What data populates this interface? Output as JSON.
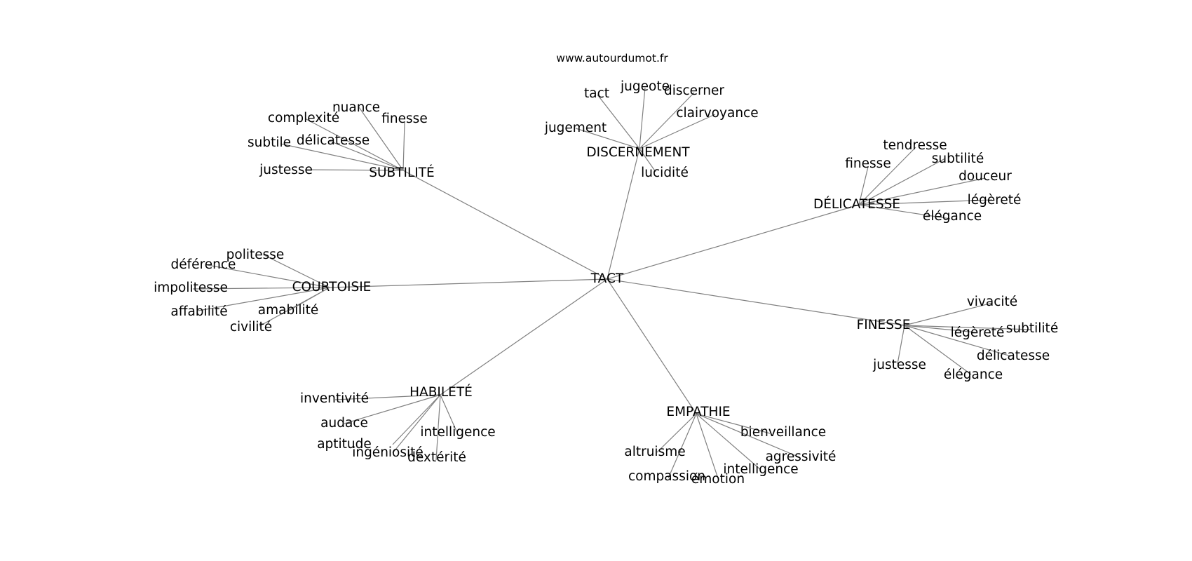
{
  "site": "www.autourdumot.fr",
  "center": {
    "label": "TACT"
  },
  "clusters": [
    {
      "label": "SUBTILITÉ",
      "words": [
        "nuance",
        "complexité",
        "finesse",
        "subtile",
        "délicatesse",
        "justesse"
      ]
    },
    {
      "label": "DISCERNEMENT",
      "words": [
        "tact",
        "jugeote",
        "discerner",
        "clairvoyance",
        "jugement",
        "lucidité"
      ]
    },
    {
      "label": "DÉLICATESSE",
      "words": [
        "tendresse",
        "finesse",
        "subtilité",
        "douceur",
        "légèreté",
        "élégance"
      ]
    },
    {
      "label": "COURTOISIE",
      "words": [
        "politesse",
        "déférence",
        "impolitesse",
        "affabilité",
        "amabilité",
        "civilité"
      ]
    },
    {
      "label": "FINESSE",
      "words": [
        "vivacité",
        "légèreté",
        "subtilité",
        "délicatesse",
        "justesse",
        "élégance"
      ]
    },
    {
      "label": "HABILETÉ",
      "words": [
        "inventivité",
        "audace",
        "aptitude",
        "ingéniosité",
        "dextérité",
        "intelligence"
      ]
    },
    {
      "label": "EMPATHIE",
      "words": [
        "bienveillance",
        "altruisme",
        "agressivité",
        "intelligence",
        "compassion",
        "émotion"
      ]
    }
  ]
}
